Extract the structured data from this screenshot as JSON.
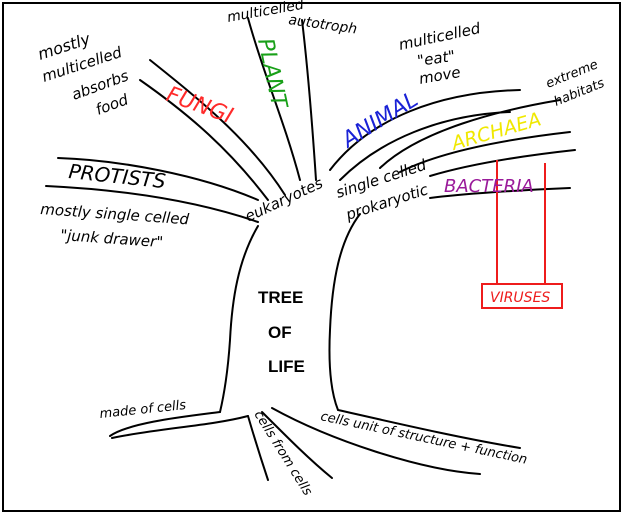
{
  "colors": {
    "fungi": "#ff2a2a",
    "plant": "#18a018",
    "animal": "#1a22d6",
    "archaea": "#f0e800",
    "bacteria": "#9a1a9a",
    "viruses": "#ee1c1c",
    "ink": "#000000"
  },
  "trunk": {
    "line1": "TREE",
    "line2": "OF",
    "line3": "LIFE"
  },
  "branches": {
    "fungi": {
      "label": "FUNGI",
      "note1": "mostly",
      "note2": "multicelled",
      "note3": "absorbs",
      "note4": "food"
    },
    "plant": {
      "label": "PLANT",
      "note1": "multicelled",
      "note2": "autotroph"
    },
    "animal": {
      "label": "ANIMAL",
      "note1": "multicelled",
      "note2": "\"eat\"",
      "note3": "move"
    },
    "archaea": {
      "label": "ARCHAEA",
      "note1": "extreme",
      "note2": "habitats"
    },
    "bacteria": {
      "label": "BACTERIA"
    },
    "viruses": {
      "label": "VIRUSES"
    },
    "protists": {
      "label": "PROTISTS",
      "note1": "mostly single celled",
      "note2": "\"junk drawer\""
    }
  },
  "nodes": {
    "eukaryotes": "eukaryotes",
    "prokaryotes1": "single celled",
    "prokaryotes2": "prokaryotic"
  },
  "roots": {
    "r1": "made of cells",
    "r2": "cells from cells",
    "r3": "cells unit of structure + function"
  }
}
